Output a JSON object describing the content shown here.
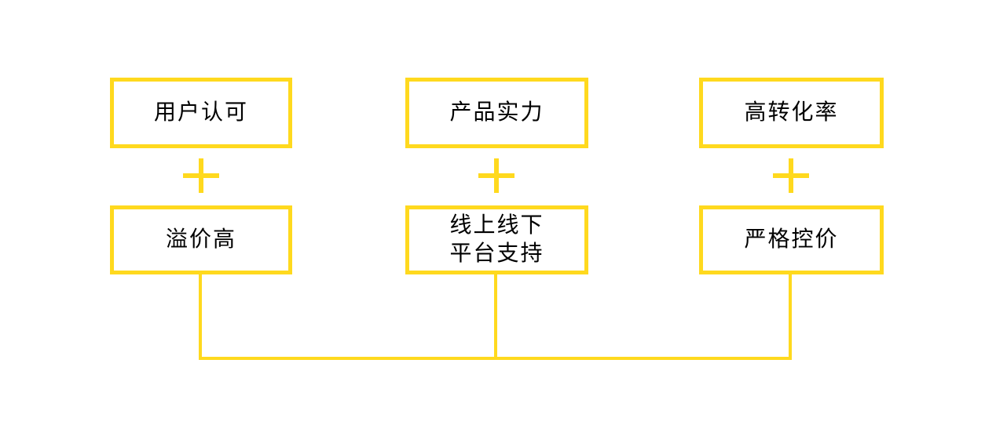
{
  "diagram": {
    "accent_color": "#FFD91E",
    "text_color": "#000000",
    "background_color": "#FFFFFF",
    "plus_symbol": "+",
    "columns": [
      {
        "top_box": "用户认可",
        "bottom_box": "溢价高"
      },
      {
        "top_box": "产品实力",
        "bottom_box": "线上线下\n平台支持"
      },
      {
        "top_box": "高转化率",
        "bottom_box": "严格控价"
      }
    ]
  }
}
